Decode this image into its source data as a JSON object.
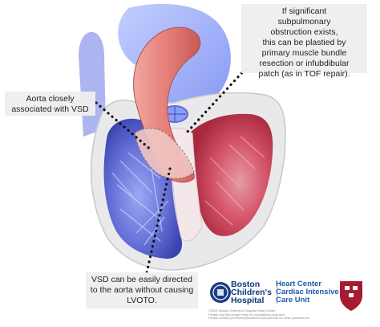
{
  "callouts": {
    "top": [
      "If significant",
      "subpulmonary",
      "obstruction exists,",
      "this can be plastied by",
      "primary muscle bundle",
      "resection or infubdibular",
      "patch (as in TOF repair)."
    ],
    "left": [
      "Aorta closely",
      "associated with VSD"
    ],
    "bottom": [
      "VSD can be easily directed",
      "to the aorta without causing",
      "LVOTO."
    ]
  },
  "logo": {
    "hospital": [
      "Boston",
      "Children's",
      "Hospital"
    ],
    "unit": [
      "Heart Center",
      "Cardiac Intensive",
      "Care Unit"
    ],
    "fineprint": [
      "©2021 Boston Children's Hospital Heart Center",
      "Please use this image freely for educational purposes.",
      "Please contact john.kheir@childrens.harvard.edu for other permissions."
    ]
  },
  "colors": {
    "right_ventricle": "#5a63c8",
    "left_ventricle": "#d0485a",
    "aorta": "#e8908a",
    "pulmonary": "#8ea4ff",
    "callout_bg": "#eeeeee",
    "logo_blue": "#10377a"
  }
}
